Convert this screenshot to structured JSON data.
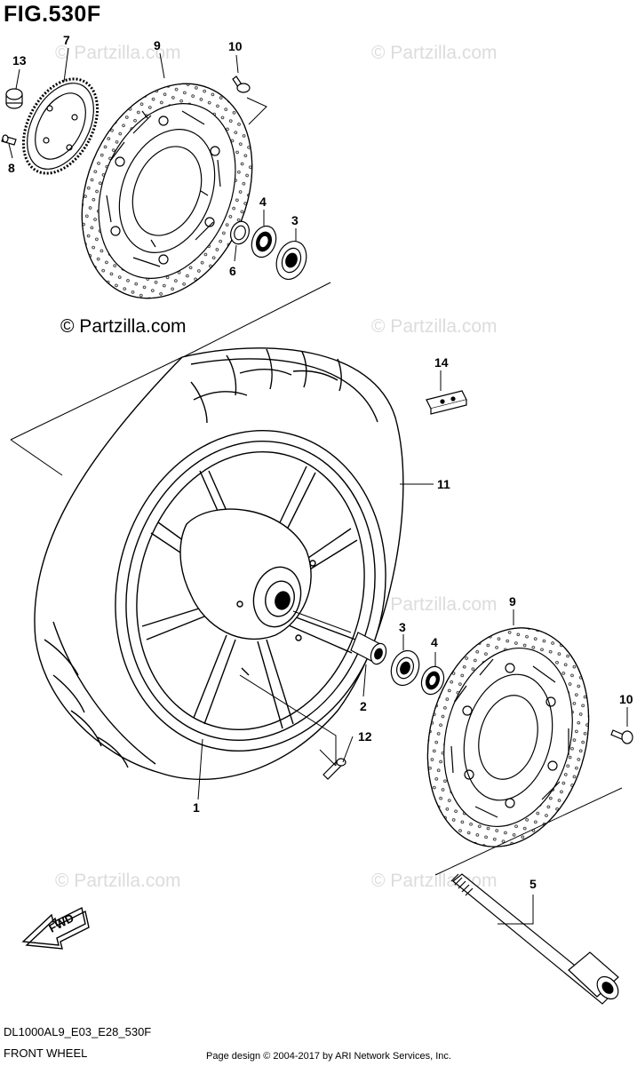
{
  "figure": {
    "title": "FIG.530F",
    "code": "DL1000AL9_E03_E28_530F",
    "subtitle": "FRONT WHEEL"
  },
  "copyright": "© Partzilla.com",
  "watermark": "© Partzilla.com",
  "footer": "Page design © 2004-2017 by ARI Network Services, Inc.",
  "fwd_label": "FWD",
  "callouts": [
    "13",
    "7",
    "9",
    "10",
    "8",
    "4",
    "3",
    "6",
    "14",
    "11",
    "9",
    "3",
    "4",
    "10",
    "2",
    "12",
    "1",
    "5"
  ]
}
